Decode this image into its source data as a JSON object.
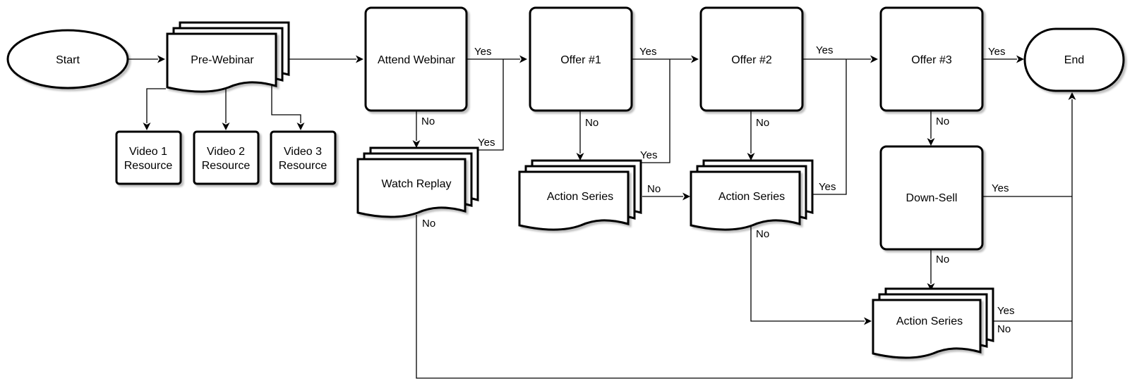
{
  "diagram": {
    "nodes": {
      "start": {
        "label": "Start"
      },
      "pre_webinar": {
        "label": "Pre-Webinar"
      },
      "video1": {
        "lines": [
          "Video 1",
          "Resource"
        ]
      },
      "video2": {
        "lines": [
          "Video 2",
          "Resource"
        ]
      },
      "video3": {
        "lines": [
          "Video 3",
          "Resource"
        ]
      },
      "attend_webinar": {
        "label": "Attend Webinar"
      },
      "watch_replay": {
        "label": "Watch Replay"
      },
      "offer1": {
        "label": "Offer #1"
      },
      "action_series_1": {
        "label": "Action Series"
      },
      "offer2": {
        "label": "Offer #2"
      },
      "action_series_2": {
        "label": "Action Series"
      },
      "offer3": {
        "label": "Offer #3"
      },
      "down_sell": {
        "label": "Down-Sell"
      },
      "action_series_3": {
        "label": "Action Series"
      },
      "end": {
        "label": "End"
      }
    },
    "edge_labels": {
      "attend_yes": "Yes",
      "attend_no": "No",
      "replay_yes": "Yes",
      "replay_no": "No",
      "offer1_yes": "Yes",
      "offer1_no": "No",
      "series1_yes": "Yes",
      "series1_no": "No",
      "offer2_yes": "Yes",
      "offer2_no": "No",
      "series2_yes": "Yes",
      "series2_no": "No",
      "offer3_yes": "Yes",
      "offer3_no": "No",
      "downsell_yes": "Yes",
      "downsell_no": "No",
      "series3_yes": "Yes",
      "series3_no": "No"
    }
  }
}
